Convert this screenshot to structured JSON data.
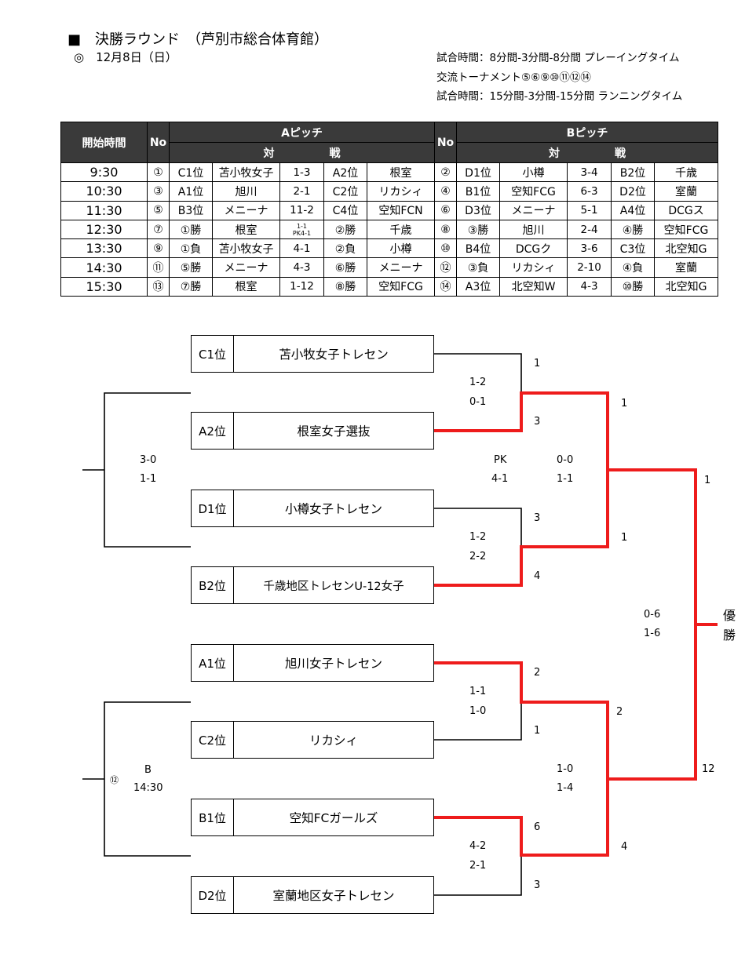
{
  "header": {
    "title": "■　決勝ラウンド　（芦別市総合体育館）",
    "date": "◎　12月8日（日）",
    "info1": "試合時間：8分間-3分間-8分間 プレーイングタイム",
    "info2": "交流トーナメント⑤⑥⑨⑩⑪⑫⑭",
    "info3": "試合時間：15分間-3分間-15分間 ランニングタイム"
  },
  "table": {
    "h_time": "開始時間",
    "h_no": "No",
    "h_pitch_a": "Aピッチ",
    "h_pitch_b": "Bピッチ",
    "h_vs1": "対",
    "h_vs2": "戦",
    "rows": [
      {
        "time": "9:30",
        "a_no": "①",
        "a_r1": "C1位",
        "a_t1": "苫小牧女子",
        "a_sc": "1-3",
        "a_r2": "A2位",
        "a_t2": "根室",
        "b_no": "②",
        "b_r1": "D1位",
        "b_t1": "小樽",
        "b_sc": "3-4",
        "b_r2": "B2位",
        "b_t2": "千歳"
      },
      {
        "time": "10:30",
        "a_no": "③",
        "a_r1": "A1位",
        "a_t1": "旭川",
        "a_sc": "2-1",
        "a_r2": "C2位",
        "a_t2": "リカシィ",
        "b_no": "④",
        "b_r1": "B1位",
        "b_t1": "空知FCG",
        "b_sc": "6-3",
        "b_r2": "D2位",
        "b_t2": "室蘭"
      },
      {
        "time": "11:30",
        "a_no": "⑤",
        "a_r1": "B3位",
        "a_t1": "メニーナ",
        "a_sc": "11-2",
        "a_r2": "C4位",
        "a_t2": "空知FCN",
        "b_no": "⑥",
        "b_r1": "D3位",
        "b_t1": "メニーナ",
        "b_sc": "5-1",
        "b_r2": "A4位",
        "b_t2": "DCGス"
      },
      {
        "time": "12:30",
        "a_no": "⑦",
        "a_r1": "①勝",
        "a_t1": "根室",
        "a_sc": "",
        "a_sc1": "1-1",
        "a_sc2": "PK4-1",
        "a_r2": "②勝",
        "a_t2": "千歳",
        "b_no": "⑧",
        "b_r1": "③勝",
        "b_t1": "旭川",
        "b_sc": "2-4",
        "b_r2": "④勝",
        "b_t2": "空知FCG"
      },
      {
        "time": "13:30",
        "a_no": "⑨",
        "a_r1": "①負",
        "a_t1": "苫小牧女子",
        "a_sc": "4-1",
        "a_r2": "②負",
        "a_t2": "小樽",
        "b_no": "⑩",
        "b_r1": "B4位",
        "b_t1": "DCGク",
        "b_sc": "3-6",
        "b_r2": "C3位",
        "b_t2": "北空知G"
      },
      {
        "time": "14:30",
        "a_no": "⑪",
        "a_r1": "⑤勝",
        "a_t1": "メニーナ",
        "a_sc": "4-3",
        "a_r2": "⑥勝",
        "a_t2": "メニーナ",
        "b_no": "⑫",
        "b_r1": "③負",
        "b_t1": "リカシィ",
        "b_sc": "2-10",
        "b_r2": "④負",
        "b_t2": "室蘭"
      },
      {
        "time": "15:30",
        "a_no": "⑬",
        "a_r1": "⑦勝",
        "a_t1": "根室",
        "a_sc": "1-12",
        "a_r2": "⑧勝",
        "a_t2": "空知FCG",
        "b_no": "⑭",
        "b_r1": "A3位",
        "b_t1": "北空知W",
        "b_sc": "4-3",
        "b_r2": "⑩勝",
        "b_t2": "北空知G"
      }
    ]
  },
  "bracket": {
    "teams": [
      {
        "rank": "C1位",
        "name": "苫小牧女子トレセン"
      },
      {
        "rank": "A2位",
        "name": "根室女子選抜"
      },
      {
        "rank": "D1位",
        "name": "小樽女子トレセン"
      },
      {
        "rank": "B2位",
        "name": "千歳地区トレセンU-12女子"
      },
      {
        "rank": "A1位",
        "name": "旭川女子トレセン"
      },
      {
        "rank": "C2位",
        "name": "リカシィ"
      },
      {
        "rank": "B1位",
        "name": "空知FCガールズ"
      },
      {
        "rank": "D2位",
        "name": "室蘭地区女子トレセン"
      }
    ],
    "labels": {
      "m1_top": "1",
      "m1_h1": "1-2",
      "m1_h2": "0-1",
      "m1_bot": "3",
      "m2_top": "3",
      "m2_h1": "1-2",
      "m2_h2": "2-2",
      "m2_bot": "4",
      "m3_top": "2",
      "m3_h1": "1-1",
      "m3_h2": "1-0",
      "m3_bot": "1",
      "m4_top": "6",
      "m4_h1": "4-2",
      "m4_h2": "2-1",
      "m4_bot": "3",
      "s1_top": "1",
      "s1_pk": "PK",
      "s1_pks": "4-1",
      "s1_h1": "0-0",
      "s1_h2": "1-1",
      "s1_bot": "1",
      "s2_top": "2",
      "s2_h1": "1-0",
      "s2_h2": "1-4",
      "s2_bot": "4",
      "f_top": "1",
      "f_h1": "0-6",
      "f_h2": "1-6",
      "f_bot": "12",
      "c1_h1": "3-0",
      "c1_h2": "1-1",
      "c2_no": "⑫",
      "c2_b": "B",
      "c2_time": "14:30",
      "champ1": "優",
      "champ2": "勝"
    }
  },
  "colors": {
    "winner_line": "#ee1c1c",
    "header_bg": "#3a3a3a"
  }
}
